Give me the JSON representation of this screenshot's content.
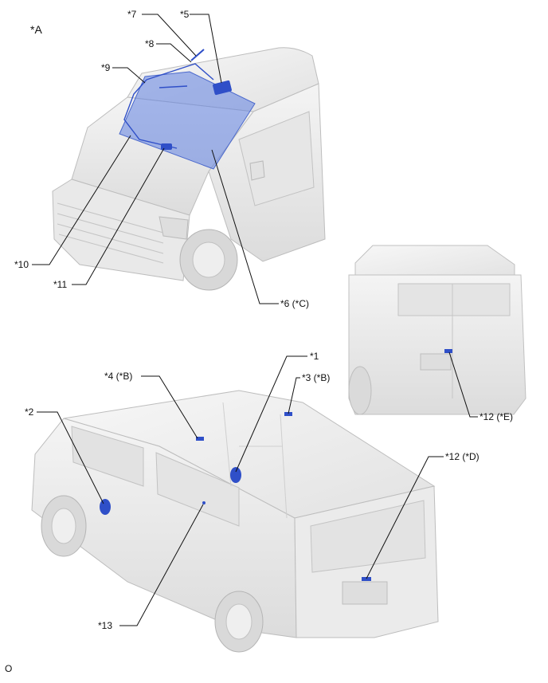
{
  "view_label": "*A",
  "footer_code": "O",
  "callouts": {
    "c7": "*7",
    "c5": "*5",
    "c8": "*8",
    "c9": "*9",
    "c10": "*10",
    "c11": "*11",
    "c6": "*6 (*C)",
    "c1": "*1",
    "c4": "*4 (*B)",
    "c3": "*3 (*B)",
    "c2": "*2",
    "c12e": "*12 (*E)",
    "c12d": "*12 (*D)",
    "c13": "*13"
  },
  "colors": {
    "body_fill": "#ececec",
    "body_stroke": "#b9b9b9",
    "highlight": "#5f7fe0",
    "part": "#2f4fc8",
    "leader": "#111111"
  }
}
